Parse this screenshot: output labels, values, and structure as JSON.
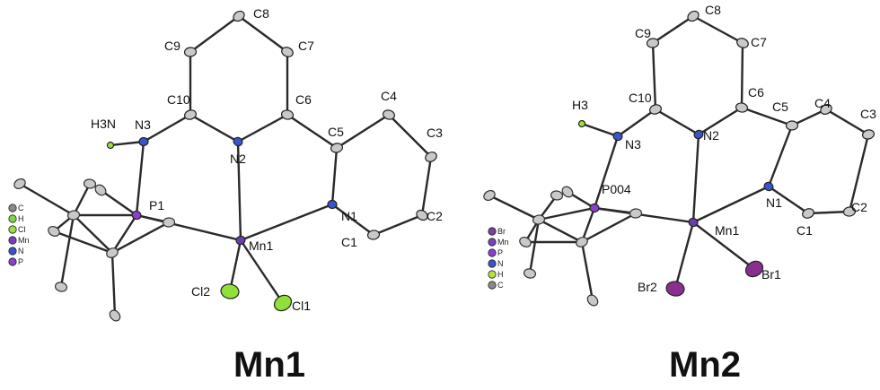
{
  "panels": [
    {
      "title": "Mn1",
      "legend": [
        {
          "label": "C",
          "color": "#8a8a8a"
        },
        {
          "label": "H",
          "color": "#7fd64a"
        },
        {
          "label": "Cl",
          "color": "#9be040"
        },
        {
          "label": "Mn",
          "color": "#7a3fc0"
        },
        {
          "label": "N",
          "color": "#3a55c8"
        },
        {
          "label": "P",
          "color": "#8a3fd0"
        }
      ],
      "atoms": [
        {
          "label": "C8",
          "el": "C"
        },
        {
          "label": "C9",
          "el": "C"
        },
        {
          "label": "C7",
          "el": "C"
        },
        {
          "label": "C10",
          "el": "C"
        },
        {
          "label": "C6",
          "el": "C"
        },
        {
          "label": "H3N",
          "el": "H"
        },
        {
          "label": "N3",
          "el": "N"
        },
        {
          "label": "N2",
          "el": "N"
        },
        {
          "label": "C5",
          "el": "C"
        },
        {
          "label": "C4",
          "el": "C"
        },
        {
          "label": "C3",
          "el": "C"
        },
        {
          "label": "N1",
          "el": "N"
        },
        {
          "label": "C2",
          "el": "C"
        },
        {
          "label": "C1",
          "el": "C"
        },
        {
          "label": "P1",
          "el": "P"
        },
        {
          "label": "Mn1",
          "el": "Mn"
        },
        {
          "label": "Cl2",
          "el": "Cl"
        },
        {
          "label": "Cl1",
          "el": "Cl"
        }
      ]
    },
    {
      "title": "Mn2",
      "legend": [
        {
          "label": "Br",
          "color": "#7a3fa0"
        },
        {
          "label": "Mn",
          "color": "#7a3fc0"
        },
        {
          "label": "P",
          "color": "#8a3fd0"
        },
        {
          "label": "N",
          "color": "#3a55c8"
        },
        {
          "label": "H",
          "color": "#b8e040"
        },
        {
          "label": "C",
          "color": "#8a8a8a"
        }
      ],
      "atoms": [
        {
          "label": "C8",
          "el": "C"
        },
        {
          "label": "C9",
          "el": "C"
        },
        {
          "label": "C7",
          "el": "C"
        },
        {
          "label": "C10",
          "el": "C"
        },
        {
          "label": "C6",
          "el": "C"
        },
        {
          "label": "C4",
          "el": "C"
        },
        {
          "label": "C5",
          "el": "C"
        },
        {
          "label": "H3",
          "el": "H"
        },
        {
          "label": "C3",
          "el": "C"
        },
        {
          "label": "N3",
          "el": "N"
        },
        {
          "label": "N2",
          "el": "N"
        },
        {
          "label": "P004",
          "el": "P"
        },
        {
          "label": "N1",
          "el": "N"
        },
        {
          "label": "C2",
          "el": "C"
        },
        {
          "label": "Mn1",
          "el": "Mn"
        },
        {
          "label": "C1",
          "el": "C"
        },
        {
          "label": "Br2",
          "el": "Br"
        },
        {
          "label": "Br1",
          "el": "Br"
        }
      ]
    }
  ],
  "element_colors": {
    "C": "#c9c9c9",
    "H": "#9be040",
    "N": "#3a55c8",
    "P": "#8a3fd0",
    "Mn": "#6a3fb0",
    "Cl": "#8fe03a",
    "Br": "#8a2f90"
  }
}
